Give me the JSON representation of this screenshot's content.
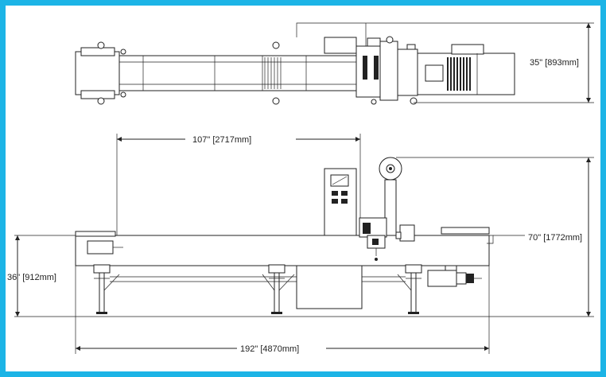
{
  "frame_color": "#1cb4e6",
  "dimensions": {
    "top_depth": "35\" [893mm]",
    "center_span": "107\" [2717mm]",
    "overall_height": "70\" [1772mm]",
    "table_height": "36\" [912mm]",
    "overall_length": "192\" [4870mm]"
  }
}
